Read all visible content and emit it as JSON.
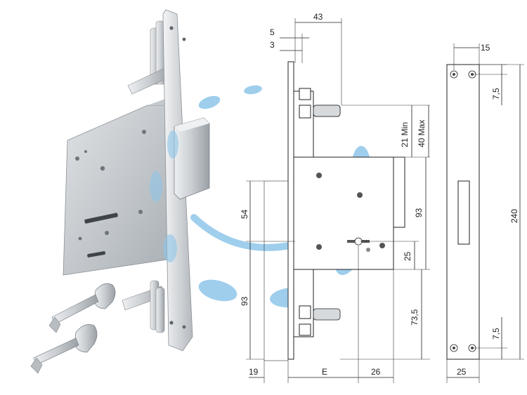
{
  "diagram": {
    "dimensions": {
      "top_width": "43",
      "top_offset_a": "5",
      "top_offset_b": "3",
      "bolt_min": "21 Min",
      "bolt_max": "40 Max",
      "case_height": "93",
      "upper_height": "54",
      "lower_height": "93",
      "key_center": "25",
      "lower_bolt": "73,5",
      "bottom_left": "19",
      "bottom_backset": "E",
      "bottom_right": "26",
      "plate_top_width": "15",
      "plate_top_offset": "7,5",
      "plate_length": "240",
      "plate_bottom_offset": "7,5",
      "plate_bottom_width": "25"
    },
    "colors": {
      "metal_light": "#d9dcdf",
      "metal_mid": "#b9bec3",
      "metal_dark": "#8d9399",
      "accent_blue": "#8fc6ea",
      "line": "#222222"
    }
  }
}
